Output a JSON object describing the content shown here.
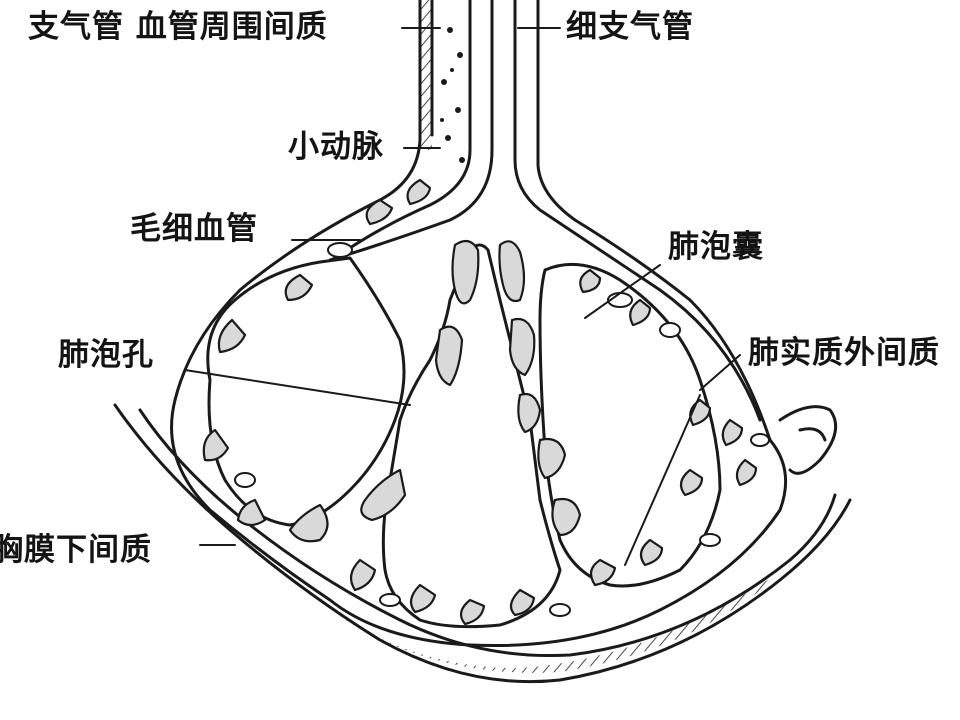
{
  "diagram": {
    "labels": {
      "peribronchial_interstitium": "支气管 血管周围间质",
      "bronchiole": "细支气管",
      "small_artery": "小动脉",
      "capillary": "毛细血管",
      "alveolar_sac": "肺泡囊",
      "alveolar_pore": "肺泡孔",
      "extraparenchymal_interstitium": "肺实质外间质",
      "subpleural_interstitium": "胸膜下间质"
    },
    "colors": {
      "ink": "#1a1a1a",
      "fill": "#d9d9d9",
      "tissue": "#ececec",
      "paper": "#ffffff"
    }
  }
}
